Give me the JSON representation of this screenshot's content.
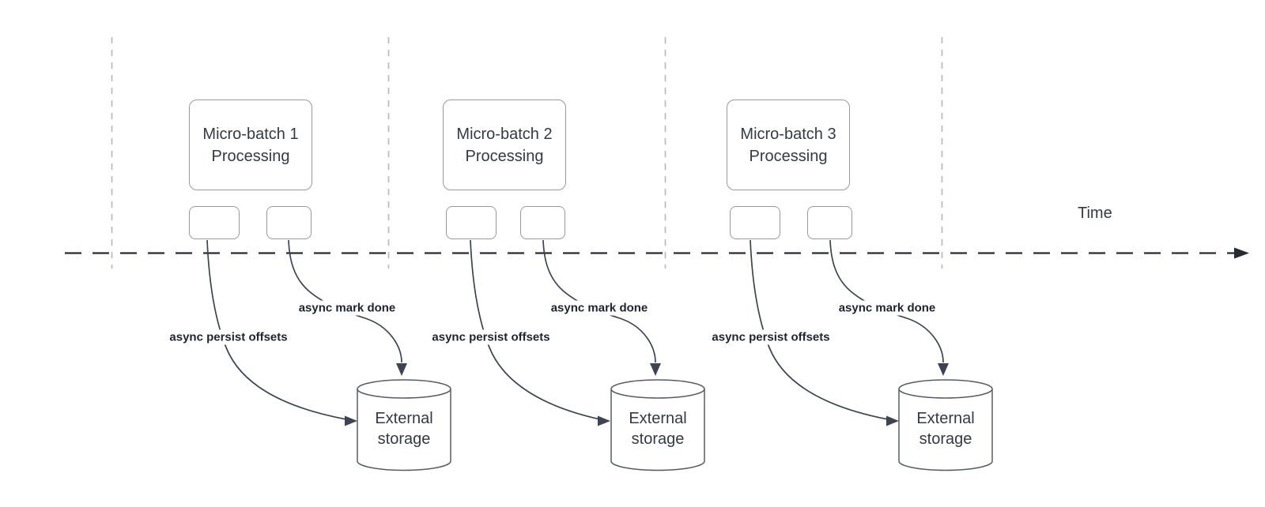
{
  "diagram": {
    "time_axis_label": "Time",
    "groups": [
      {
        "title_line1": "Micro-batch 1",
        "title_line2": "Processing",
        "persist_label": "async persist offsets",
        "done_label": "async mark done",
        "storage_line1": "External",
        "storage_line2": "storage"
      },
      {
        "title_line1": "Micro-batch 2",
        "title_line2": "Processing",
        "persist_label": "async persist offsets",
        "done_label": "async mark done",
        "storage_line1": "External",
        "storage_line2": "storage"
      },
      {
        "title_line1": "Micro-batch 3",
        "title_line2": "Processing",
        "persist_label": "async persist offsets",
        "done_label": "async mark done",
        "storage_line1": "External",
        "storage_line2": "storage"
      }
    ]
  },
  "colors": {
    "node-border": "#959aa1",
    "node-text": "#333a47",
    "connector": "#3c4353",
    "label-text": "#1c2431",
    "timeline": "#262a32",
    "guide": "#b4b7bb",
    "background": "#ffffff"
  }
}
